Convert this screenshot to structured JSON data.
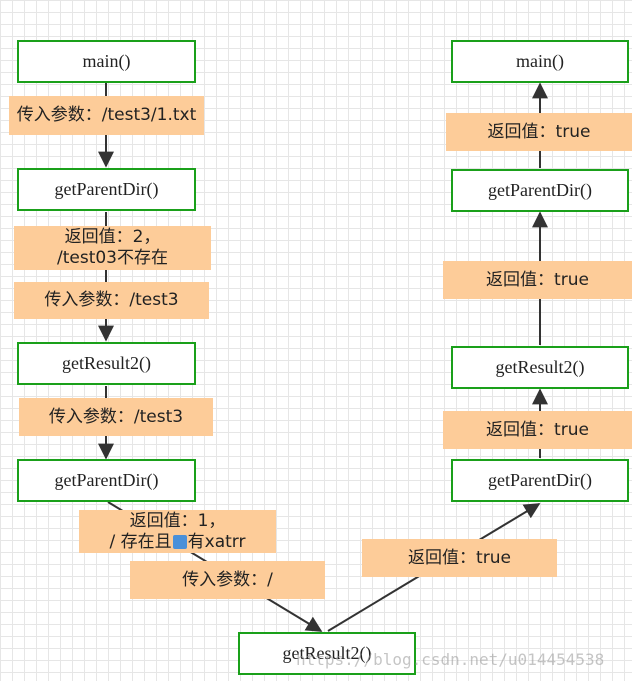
{
  "nodes": {
    "left_main": "main()",
    "left_getParentDir_1": "getParentDir()",
    "left_getResult2": "getResult2()",
    "left_getParentDir_2": "getParentDir()",
    "bottom_getResult2": "getResult2()",
    "right_getParentDir_1": "getParentDir()",
    "right_getResult2": "getResult2()",
    "right_getParentDir_2": "getParentDir()",
    "right_main": "main()"
  },
  "labels": {
    "pass_param_1": "传入参数：/test3/1.txt",
    "return_2_line1": "返回值：2，",
    "return_2_line2": "/test03不存在",
    "pass_param_2": "传入参数：/test3",
    "pass_param_3": "传入参数：/test3",
    "return_1_line1": "返回值：1，",
    "return_1_line2a": "/ 存在且",
    "return_1_line2b": "有xatrr",
    "pass_param_4": "传入参数：/",
    "return_true_bottom": "返回值：true",
    "return_true_right_1": "返回值：true",
    "return_true_right_2": "返回值：true",
    "return_true_right_top": "返回值：true"
  },
  "watermark": "https://blog.csdn.net/u014454538",
  "colors": {
    "node_border": "#1aa01a",
    "label_fill": "#fdcc99",
    "arrow": "#333333",
    "grid": "#e6e6e6"
  }
}
